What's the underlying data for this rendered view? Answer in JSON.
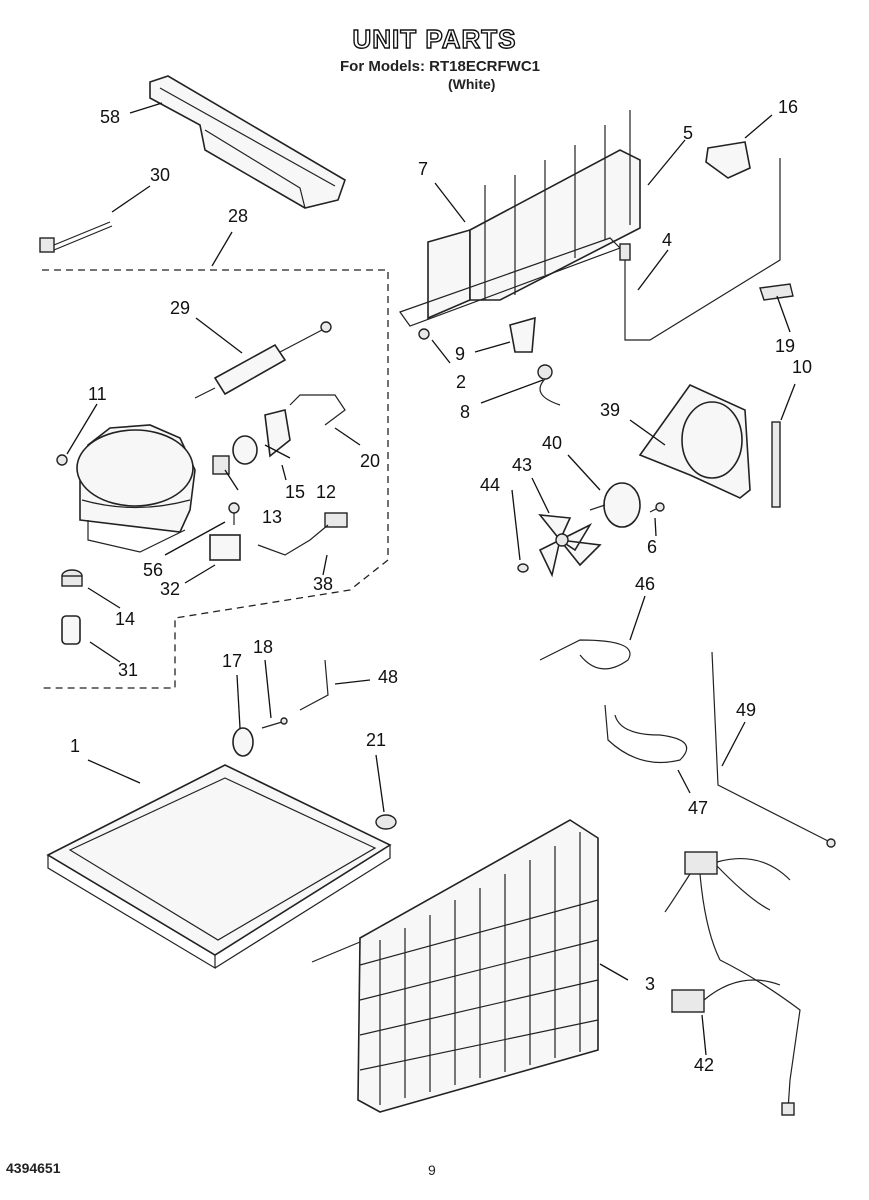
{
  "header": {
    "title": "UNIT PARTS",
    "models_line": "For Models: RT18ECRFWC1",
    "color_line": "(White)"
  },
  "footer": {
    "doc_number": "4394651",
    "page_number": "9"
  },
  "callouts": {
    "c1": "1",
    "c2": "2",
    "c3": "3",
    "c4": "4",
    "c5": "5",
    "c6": "6",
    "c7": "7",
    "c8": "8",
    "c9": "9",
    "c10": "10",
    "c11": "11",
    "c12": "12",
    "c13": "13",
    "c14": "14",
    "c15": "15",
    "c16": "16",
    "c17": "17",
    "c18": "18",
    "c19": "19",
    "c20": "20",
    "c21": "21",
    "c28": "28",
    "c29": "29",
    "c30": "30",
    "c31": "31",
    "c32": "32",
    "c38": "38",
    "c39": "39",
    "c40": "40",
    "c42": "42",
    "c43": "43",
    "c44": "44",
    "c46": "46",
    "c47": "47",
    "c48": "48",
    "c49": "49",
    "c56": "56",
    "c58": "58"
  }
}
